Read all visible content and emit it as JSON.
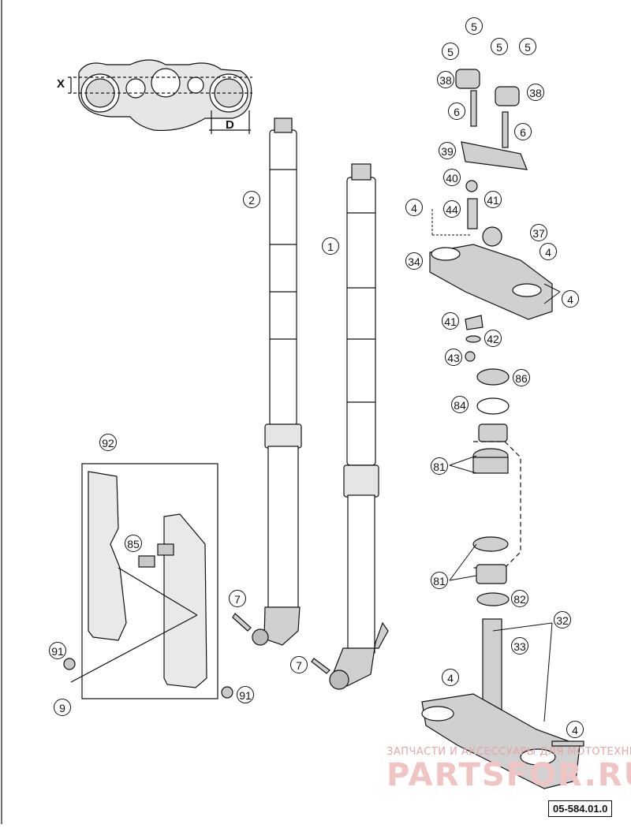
{
  "diagram": {
    "dimension_labels": {
      "x": "X",
      "d": "D"
    },
    "callouts": [
      {
        "id": "c-5a",
        "label": "5"
      },
      {
        "id": "c-5b",
        "label": "5"
      },
      {
        "id": "c-5c",
        "label": "5"
      },
      {
        "id": "c-5d",
        "label": "5"
      },
      {
        "id": "c-38a",
        "label": "38"
      },
      {
        "id": "c-38b",
        "label": "38"
      },
      {
        "id": "c-6a",
        "label": "6"
      },
      {
        "id": "c-6b",
        "label": "6"
      },
      {
        "id": "c-39",
        "label": "39"
      },
      {
        "id": "c-40",
        "label": "40"
      },
      {
        "id": "c-41a",
        "label": "41"
      },
      {
        "id": "c-4a",
        "label": "4"
      },
      {
        "id": "c-44",
        "label": "44"
      },
      {
        "id": "c-37",
        "label": "37"
      },
      {
        "id": "c-34",
        "label": "34"
      },
      {
        "id": "c-4b",
        "label": "4"
      },
      {
        "id": "c-4c",
        "label": "4"
      },
      {
        "id": "c-41b",
        "label": "41"
      },
      {
        "id": "c-42",
        "label": "42"
      },
      {
        "id": "c-43",
        "label": "43"
      },
      {
        "id": "c-86",
        "label": "86"
      },
      {
        "id": "c-84",
        "label": "84"
      },
      {
        "id": "c-81a",
        "label": "81"
      },
      {
        "id": "c-81b",
        "label": "81"
      },
      {
        "id": "c-82",
        "label": "82"
      },
      {
        "id": "c-32",
        "label": "32"
      },
      {
        "id": "c-33",
        "label": "33"
      },
      {
        "id": "c-4d",
        "label": "4"
      },
      {
        "id": "c-4e",
        "label": "4"
      },
      {
        "id": "c-2",
        "label": "2"
      },
      {
        "id": "c-1",
        "label": "1"
      },
      {
        "id": "c-7a",
        "label": "7"
      },
      {
        "id": "c-7b",
        "label": "7"
      },
      {
        "id": "c-92",
        "label": "92"
      },
      {
        "id": "c-85",
        "label": "85"
      },
      {
        "id": "c-91a",
        "label": "91"
      },
      {
        "id": "c-91b",
        "label": "91"
      },
      {
        "id": "c-9",
        "label": "9"
      }
    ]
  },
  "watermark": {
    "line1": "ЗАПЧАСТИ И АКСЕССУАРЫ ДЛЯ МОТОТЕХНИКИ",
    "line2": "PARTSFOR.RU"
  },
  "drawing_code": "05-584.01.0",
  "colors": {
    "line": "#111111",
    "part_fill": "#bdbdbd",
    "watermark": "#f1c4c4"
  }
}
